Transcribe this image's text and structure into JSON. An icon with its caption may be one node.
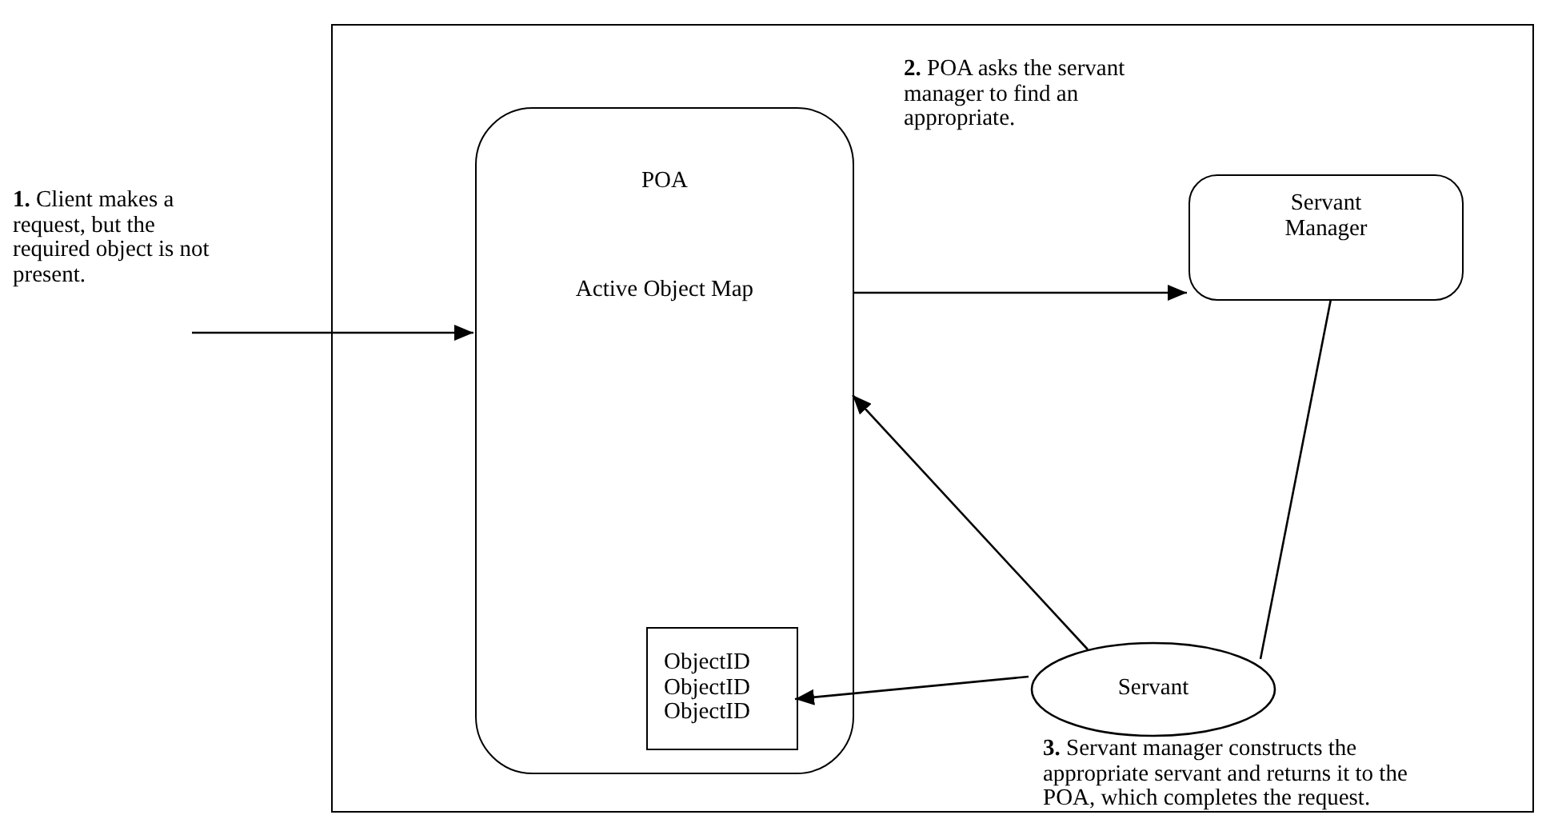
{
  "diagram": {
    "nodes": [
      {
        "text": [],
        "shape": "box"
      },
      {
        "text": [
          "**1.** Client makes a request, but the required object is not present."
        ]
      },
      {
        "text": [
          "POA",
          "Active Object Map"
        ],
        "in": 0
      },
      {
        "text": [
          "ObjectID",
          "ObjectID",
          "ObjectID"
        ],
        "in": 2
      },
      {
        "text": [
          "Servant Manager"
        ],
        "in": 0
      },
      {
        "text": [
          "Servant"
        ],
        "in": 0
      }
    ],
    "edges": [
      {
        "from": 1,
        "to": 2,
        "arrow": "to"
      },
      {
        "from": 2,
        "to": 4,
        "arrow": "to"
      },
      {
        "from": 4,
        "to": 5,
        "arrow": "none"
      },
      {
        "from": 5,
        "to": 2,
        "arrow": "to"
      },
      {
        "from": 5,
        "to": 3,
        "arrow": "to"
      }
    ],
    "labels": [
      "**2.** POA asks the servant manager to find an appropriate.",
      "**3.** Servant manager constructs the appropriate servant and returns it to the POA, which completes the request."
    ]
  }
}
